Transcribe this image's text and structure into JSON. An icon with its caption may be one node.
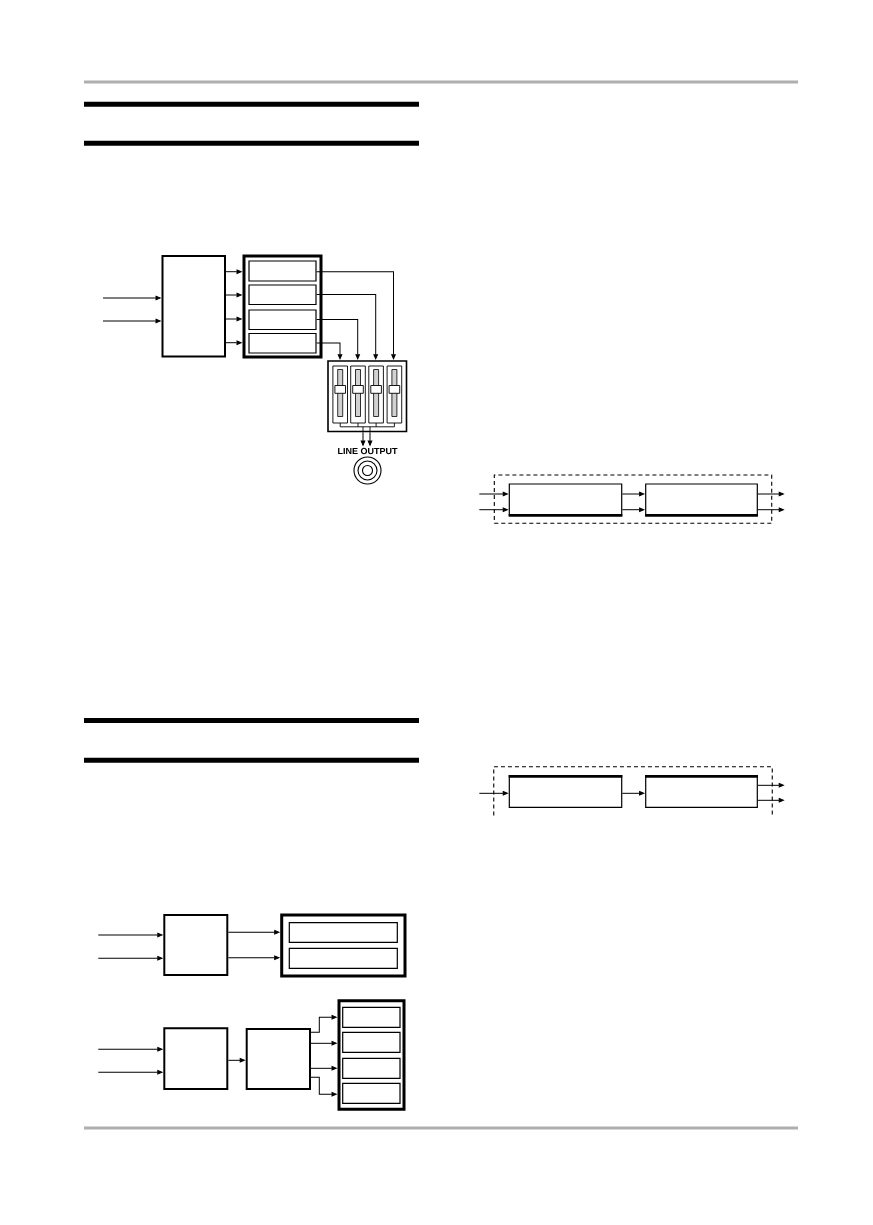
{
  "diagram": {
    "nodes": [
      {
        "text": [],
        "shape": "box"
      },
      {
        "text": [],
        "shape": "box"
      },
      {
        "text": [],
        "shape": "box",
        "in": 1
      },
      {
        "text": [],
        "shape": "box",
        "in": 1
      },
      {
        "text": [],
        "shape": "box",
        "in": 1
      },
      {
        "text": [],
        "shape": "box",
        "in": 1
      },
      {
        "text": [],
        "shape": "box"
      },
      {
        "text": [
          "LINE OUTPUT"
        ]
      },
      {
        "text": [],
        "shape": "box"
      },
      {
        "text": [],
        "shape": "box"
      },
      {
        "text": [],
        "shape": "box",
        "in": 9
      },
      {
        "text": [],
        "shape": "box",
        "in": 9
      },
      {
        "text": [],
        "shape": "box"
      },
      {
        "text": [],
        "shape": "box"
      },
      {
        "text": [],
        "shape": "box"
      },
      {
        "text": [],
        "shape": "box",
        "in": 14
      },
      {
        "text": [],
        "shape": "box",
        "in": 14
      },
      {
        "text": [],
        "shape": "box",
        "in": 14
      },
      {
        "text": [],
        "shape": "box",
        "in": 14
      },
      {
        "text": [],
        "shape": "box"
      },
      {
        "text": [],
        "shape": "box",
        "in": 19
      },
      {
        "text": [],
        "shape": "box",
        "in": 19
      },
      {
        "text": [],
        "shape": "box"
      },
      {
        "text": [],
        "shape": "box",
        "in": 22
      },
      {
        "text": [],
        "shape": "box",
        "in": 22
      }
    ],
    "edges": [
      {
        "from": null,
        "to": 0,
        "arrow": "to"
      },
      {
        "from": null,
        "to": 0,
        "arrow": "to"
      },
      {
        "from": 0,
        "to": 1,
        "arrow": "to"
      },
      {
        "from": 0,
        "to": 1,
        "arrow": "to"
      },
      {
        "from": 0,
        "to": 1,
        "arrow": "to"
      },
      {
        "from": 0,
        "to": 1,
        "arrow": "to"
      },
      {
        "from": 2,
        "to": 6,
        "arrow": "to"
      },
      {
        "from": 3,
        "to": 6,
        "arrow": "to"
      },
      {
        "from": 4,
        "to": 6,
        "arrow": "to"
      },
      {
        "from": 5,
        "to": 6,
        "arrow": "to"
      },
      {
        "from": 6,
        "to": 7,
        "arrow": "to"
      },
      {
        "from": 6,
        "to": 7,
        "arrow": "to"
      },
      {
        "from": null,
        "to": 8,
        "arrow": "to"
      },
      {
        "from": null,
        "to": 8,
        "arrow": "to"
      },
      {
        "from": 8,
        "to": 9,
        "arrow": "to"
      },
      {
        "from": 8,
        "to": 9,
        "arrow": "to"
      },
      {
        "from": null,
        "to": 12,
        "arrow": "to"
      },
      {
        "from": null,
        "to": 12,
        "arrow": "to"
      },
      {
        "from": 12,
        "to": 13,
        "arrow": "to"
      },
      {
        "from": 13,
        "to": 14,
        "arrow": "to"
      },
      {
        "from": 13,
        "to": 14,
        "arrow": "to"
      },
      {
        "from": 13,
        "to": 14,
        "arrow": "to"
      },
      {
        "from": 13,
        "to": 14,
        "arrow": "to"
      },
      {
        "from": null,
        "to": 20,
        "arrow": "to"
      },
      {
        "from": null,
        "to": 20,
        "arrow": "to"
      },
      {
        "from": 20,
        "to": 21,
        "arrow": "to"
      },
      {
        "from": 20,
        "to": 21,
        "arrow": "to"
      },
      {
        "from": 21,
        "to": null,
        "arrow": "to"
      },
      {
        "from": 21,
        "to": null,
        "arrow": "to"
      },
      {
        "from": null,
        "to": 23,
        "arrow": "to"
      },
      {
        "from": 23,
        "to": 24,
        "arrow": "to"
      },
      {
        "from": 24,
        "to": null,
        "arrow": "to"
      },
      {
        "from": 24,
        "to": null,
        "arrow": "to"
      }
    ]
  }
}
